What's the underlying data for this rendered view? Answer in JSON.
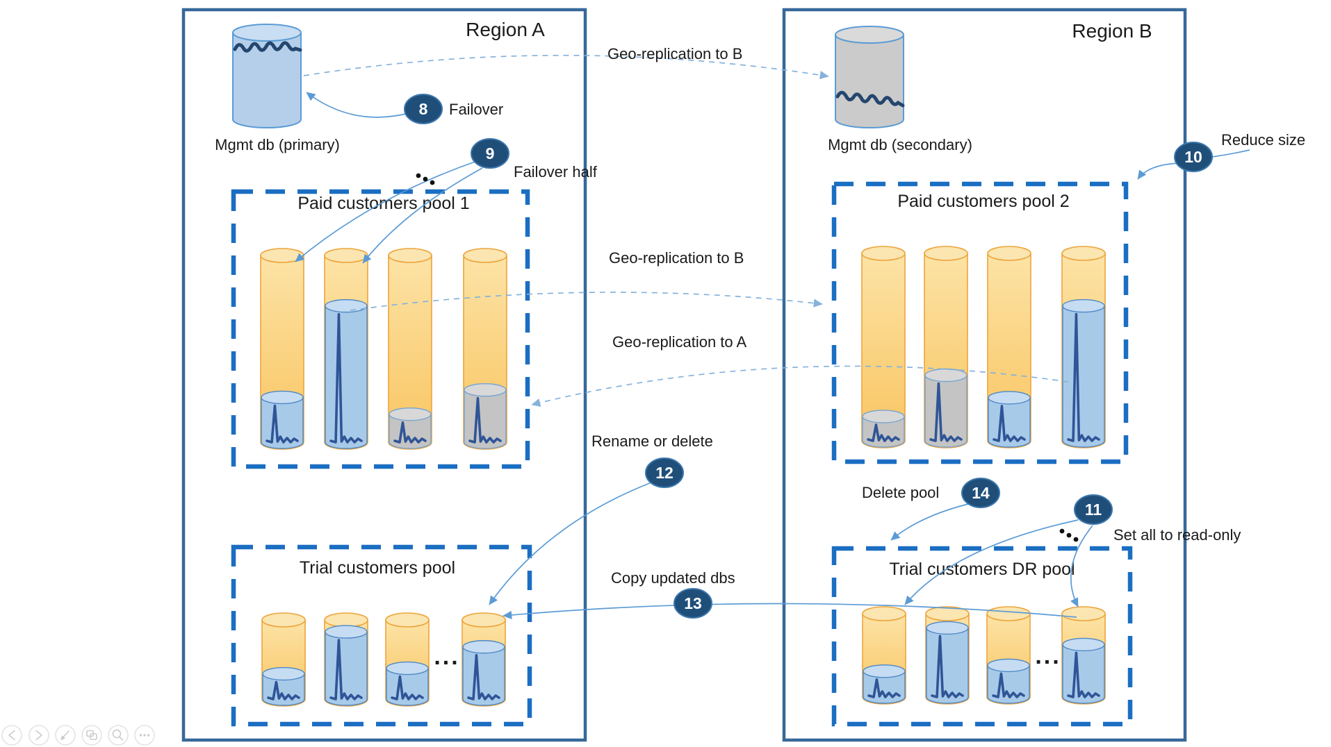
{
  "regions": {
    "a": {
      "title": "Region A",
      "mgmt_db": "Mgmt db (primary)"
    },
    "b": {
      "title": "Region B",
      "mgmt_db": "Mgmt db (secondary)"
    }
  },
  "pools": {
    "paid_a": {
      "title": "Paid customers pool 1",
      "dbs": [
        {
          "color": "blue",
          "level": 0.24
        },
        {
          "color": "blue",
          "level": 0.73
        },
        {
          "color": "gray",
          "level": 0.15
        },
        {
          "color": "gray",
          "level": 0.28
        }
      ]
    },
    "trial_a": {
      "title": "Trial customers pool",
      "dbs": [
        {
          "color": "blue",
          "level": 0.32
        },
        {
          "color": "blue",
          "level": 0.85
        },
        {
          "color": "blue",
          "level": 0.39
        },
        {
          "color": "blue",
          "level": 0.66
        }
      ]
    },
    "paid_b": {
      "title": "Paid customers pool 2",
      "dbs": [
        {
          "color": "gray",
          "level": 0.13
        },
        {
          "color": "gray",
          "level": 0.35
        },
        {
          "color": "blue",
          "level": 0.23
        },
        {
          "color": "blue",
          "level": 0.72
        }
      ]
    },
    "dr_b": {
      "title": "Trial customers DR pool",
      "dbs": [
        {
          "color": "blue",
          "level": 0.31
        },
        {
          "color": "blue",
          "level": 0.83
        },
        {
          "color": "blue",
          "level": 0.38
        },
        {
          "color": "blue",
          "level": 0.63
        }
      ]
    }
  },
  "flows": {
    "geo_b_top": "Geo-replication to B",
    "geo_b_mid": "Geo-replication to B",
    "geo_a": "Geo-replication to A"
  },
  "callouts": [
    {
      "num": "8",
      "label": "Failover"
    },
    {
      "num": "9",
      "label": "Failover half"
    },
    {
      "num": "10",
      "label": "Reduce size"
    },
    {
      "num": "11",
      "label": "Set all to read-only"
    },
    {
      "num": "12",
      "label": "Rename or delete"
    },
    {
      "num": "13",
      "label": "Copy updated dbs"
    },
    {
      "num": "14",
      "label": "Delete pool"
    }
  ],
  "misc": {
    "ellipsis": "..."
  },
  "toolbar": {
    "buttons": [
      {
        "name": "previous"
      },
      {
        "name": "next"
      },
      {
        "name": "pen"
      },
      {
        "name": "slide-grid"
      },
      {
        "name": "zoom"
      },
      {
        "name": "more"
      }
    ]
  },
  "colors": {
    "pool_dash": "#1B6EC2",
    "region_border": "#376899",
    "callout_fill": "#1F4E79",
    "db_slot_orange": "#F9C45F",
    "db_blue": "#A8CAE9",
    "db_gray_failed": "#C4C4C4",
    "arrow_blue": "#5B9BD5",
    "sparkline_navy": "#2F5597"
  }
}
